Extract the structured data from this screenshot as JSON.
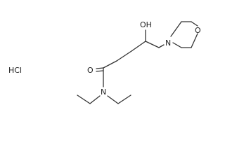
{
  "structure": {
    "salt": "HCl",
    "atom_labels": {
      "hydroxyl": "OH",
      "ring_nitrogen": "N",
      "ring_oxygen": "O",
      "carbonyl_oxygen": "O",
      "amide_nitrogen": "N"
    }
  }
}
